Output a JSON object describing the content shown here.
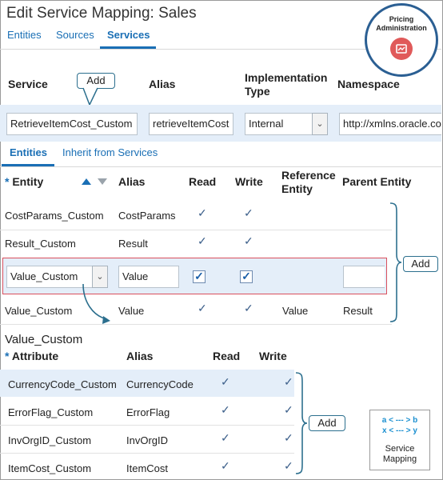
{
  "page": {
    "title": "Edit Service Mapping: Sales"
  },
  "top_tabs": [
    {
      "label": "Entities"
    },
    {
      "label": "Sources"
    },
    {
      "label": "Services"
    }
  ],
  "badge": {
    "line1": "Pricing",
    "line2": "Administration"
  },
  "service_table": {
    "headers": {
      "service": "Service",
      "alias": "Alias",
      "impl_line1": "Implementation",
      "impl_line2": "Type",
      "namespace": "Namespace"
    },
    "row": {
      "service": "RetrieveItemCost_Custom",
      "alias": "retrieveItemCost",
      "impl": "Internal",
      "namespace": "http://xmlns.oracle.com"
    }
  },
  "callouts": {
    "add_service": "Add",
    "add_entity": "Add",
    "add_attribute": "Add"
  },
  "sub_tabs": [
    {
      "label": "Entities"
    },
    {
      "label": "Inherit from Services"
    }
  ],
  "entity_table": {
    "headers": {
      "required": "*",
      "entity": "Entity",
      "alias": "Alias",
      "read": "Read",
      "write": "Write",
      "ref_line1": "Reference",
      "ref_line2": "Entity",
      "parent": "Parent Entity"
    },
    "rows": [
      {
        "entity": "CostParams_Custom",
        "alias": "CostParams",
        "read": "✓",
        "write": "✓",
        "ref": "",
        "parent": ""
      },
      {
        "entity": "Result_Custom",
        "alias": "Result",
        "read": "✓",
        "write": "✓",
        "ref": "",
        "parent": ""
      },
      {
        "entity": "Value_Custom",
        "alias": "Value",
        "read": "✓",
        "write": "✓",
        "ref": "",
        "parent": ""
      },
      {
        "entity": "Value_Custom",
        "alias": "Value",
        "read": "✓",
        "write": "✓",
        "ref": "Value",
        "parent": "Result"
      }
    ]
  },
  "attribute_section": {
    "title": "Value_Custom",
    "headers": {
      "required": "*",
      "attribute": "Attribute",
      "alias": "Alias",
      "read": "Read",
      "write": "Write"
    },
    "rows": [
      {
        "attribute": "CurrencyCode_Custom",
        "alias": "CurrencyCode",
        "read": "✓",
        "write": "✓"
      },
      {
        "attribute": "ErrorFlag_Custom",
        "alias": "ErrorFlag",
        "read": "✓",
        "write": "✓"
      },
      {
        "attribute": "InvOrgID_Custom",
        "alias": "InvOrgID",
        "read": "✓",
        "write": "✓"
      },
      {
        "attribute": "ItemCost_Custom",
        "alias": "ItemCost",
        "read": "✓",
        "write": "✓"
      }
    ]
  },
  "mapping_icon": {
    "line_a": "a < --- > b",
    "line_b": "x < --- > y",
    "label1": "Service",
    "label2": "Mapping"
  },
  "colors": {
    "accent": "#1a6fb5",
    "selected_row": "#e4eef9",
    "highlight_border": "#d9505e",
    "badge_ring": "#2b5f93",
    "badge_icon": "#e05a5a"
  }
}
